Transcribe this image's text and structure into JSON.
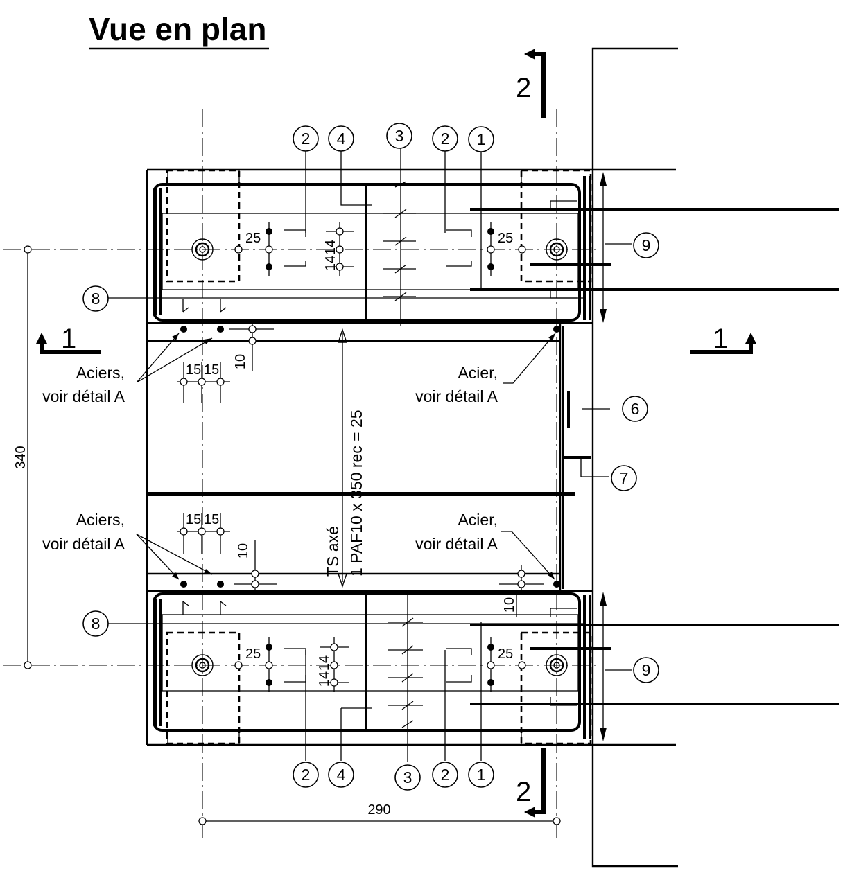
{
  "title": "Vue en plan",
  "sections": {
    "section_1": "1",
    "section_2": "2"
  },
  "dimensions": {
    "overall_height": "340",
    "overall_width": "290",
    "anchor_spacing": "25",
    "bar_spacing": "14",
    "side_spacing": "15",
    "edge_cover": "10"
  },
  "annotations": {
    "main_reinforcement_line1": "TS axé",
    "main_reinforcement_line2": "1 PAF10 x 350 rec = 25",
    "steels_plural_line1": "Aciers,",
    "steels_singular_line1": "Acier,",
    "see_detail": "voir détail A"
  },
  "markers": {
    "m1": "1",
    "m2": "2",
    "m3": "3",
    "m4": "4",
    "m6": "6",
    "m7": "7",
    "m8": "8",
    "m9": "9"
  }
}
